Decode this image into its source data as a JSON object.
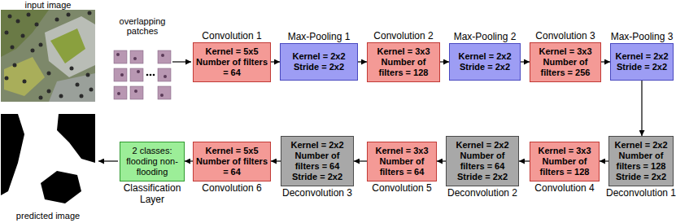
{
  "diagram": {
    "nodes": [
      {
        "text": [
          "Convolution 1",
          "Kernel = 5x5",
          "Number of filters = 64"
        ]
      },
      {
        "text": [
          "Max-Pooling 1",
          "Kernel = 2x2",
          "Stride = 2x2"
        ]
      },
      {
        "text": [
          "Convolution 2",
          "Kernel = 3x3",
          "Number of filters = 128"
        ]
      },
      {
        "text": [
          "Max-Pooling 2",
          "Kernel = 2x2",
          "Stride = 2x2"
        ]
      },
      {
        "text": [
          "Convolution 3",
          "Kernel = 3x3",
          "Number of filters = 256"
        ]
      },
      {
        "text": [
          "Max-Pooling 3",
          "Kernel = 2x2",
          "Stride = 2x2"
        ]
      },
      {
        "text": [
          "Deconvolution 1",
          "Kernel = 2x2",
          "Number of filters = 128",
          "Stride = 2x2"
        ]
      },
      {
        "text": [
          "Convolution 4",
          "Kernel = 3x3",
          "Number of filters = 128"
        ]
      },
      {
        "text": [
          "Deconvolution 2",
          "Kernel = 2x2",
          "Number of filters = 64",
          "Stride = 2x2"
        ]
      },
      {
        "text": [
          "Convolution 5",
          "Kernel = 3x3",
          "Number of filters = 64"
        ]
      },
      {
        "text": [
          "Deconvolution 3",
          "Kernel = 2x2",
          "Number of filters = 64",
          "Stride = 2x2"
        ]
      },
      {
        "text": [
          "Convolution 6",
          "Kernel = 5x5",
          "Number of filters = 64"
        ]
      },
      {
        "text": [
          "2 classes: flooding non-flooding",
          "Classification Layer"
        ]
      }
    ],
    "edges": [
      {
        "from": 0,
        "to": 1,
        "arrow": "to"
      },
      {
        "from": 1,
        "to": 2,
        "arrow": "to"
      },
      {
        "from": 2,
        "to": 3,
        "arrow": "to"
      },
      {
        "from": 3,
        "to": 4,
        "arrow": "to"
      },
      {
        "from": 4,
        "to": 5,
        "arrow": "to"
      },
      {
        "from": 5,
        "to": 6,
        "arrow": "to"
      },
      {
        "from": 6,
        "to": 7,
        "arrow": "to"
      },
      {
        "from": 7,
        "to": 8,
        "arrow": "to"
      },
      {
        "from": 8,
        "to": 9,
        "arrow": "to"
      },
      {
        "from": 9,
        "to": 10,
        "arrow": "to"
      },
      {
        "from": 10,
        "to": 11,
        "arrow": "to"
      },
      {
        "from": 11,
        "to": 12,
        "arrow": "to"
      }
    ],
    "labels": [
      "input image",
      "overlapping patches",
      "predicted image"
    ]
  }
}
